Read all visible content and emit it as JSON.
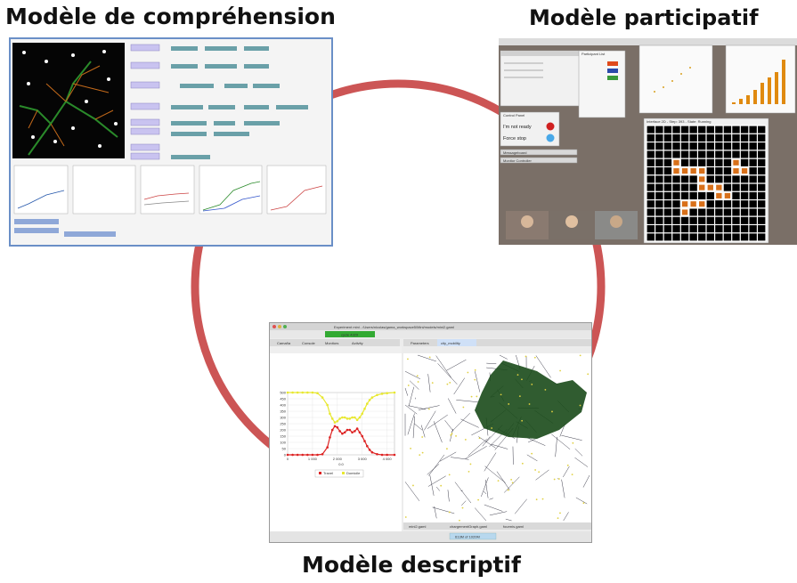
{
  "titles": {
    "comprehension": "Modèle de compréhension",
    "participatif": "Modèle participatif",
    "descriptif": "Modèle descriptif"
  },
  "colors": {
    "ring": "#cc5555",
    "comprehension_border": "#6a8fc7",
    "participatif_bg": "#7a6f67",
    "descriptif_bg": "#ececec",
    "chart_travel": "#dd2222",
    "chart_domicile": "#e8e830"
  },
  "participatif": {
    "control_panel_title": "Control Panel",
    "im_not_ready": "I'm not ready",
    "force_stop": "Force stop",
    "participant_list": "Participant List",
    "messageboard": "Messageboard",
    "monitor_controller": "Monitor Controller",
    "grid_title": "Interface 2D - Step: 393 - State: Running"
  },
  "descriptif": {
    "window_title": "Experiment mini - /Users/nicolas/gama_workspace5/Mini/models/mini2.gaml",
    "cycle": "cycle 4329",
    "tabs_left": [
      "Camaña",
      "Console",
      "Monitors",
      "Activity"
    ],
    "tabs_right": [
      "Parameters",
      "city_mobility"
    ],
    "bottom_tabs": [
      "mini2.gaml",
      "chargementGraph.gaml",
      "fourmis.gaml"
    ],
    "memory": "613M of 1020M",
    "legend": [
      "Travel",
      "Domicile"
    ]
  },
  "chart_data": {
    "type": "line",
    "title": "",
    "xlabel": "0.0",
    "ylabel": "",
    "x_ticks": [
      "0",
      "1 000",
      "2 000",
      "3 000",
      "4 000"
    ],
    "y_ticks": [
      "0",
      "50",
      "100",
      "150",
      "200",
      "250",
      "300",
      "350",
      "400",
      "450",
      "500"
    ],
    "xlim": [
      0,
      4300
    ],
    "ylim": [
      0,
      500
    ],
    "series": [
      {
        "name": "Travel",
        "color": "#dd2222",
        "x": [
          0,
          200,
          400,
          600,
          800,
          1000,
          1200,
          1400,
          1600,
          1700,
          1800,
          1900,
          2000,
          2100,
          2200,
          2300,
          2400,
          2500,
          2600,
          2700,
          2800,
          2900,
          3000,
          3100,
          3200,
          3300,
          3400,
          3600,
          3800,
          4000,
          4300
        ],
        "y": [
          0,
          0,
          0,
          0,
          0,
          0,
          0,
          5,
          60,
          140,
          200,
          230,
          220,
          190,
          170,
          180,
          200,
          200,
          180,
          190,
          210,
          180,
          150,
          110,
          70,
          40,
          20,
          5,
          0,
          0,
          0
        ]
      },
      {
        "name": "Domicile",
        "color": "#e8e830",
        "x": [
          0,
          200,
          400,
          600,
          800,
          1000,
          1200,
          1400,
          1600,
          1700,
          1800,
          1900,
          2000,
          2100,
          2200,
          2300,
          2400,
          2500,
          2600,
          2700,
          2800,
          2900,
          3000,
          3100,
          3200,
          3300,
          3400,
          3600,
          3800,
          4000,
          4300
        ],
        "y": [
          500,
          500,
          500,
          500,
          500,
          500,
          495,
          460,
          400,
          330,
          290,
          260,
          270,
          290,
          300,
          300,
          290,
          290,
          300,
          300,
          280,
          300,
          330,
          370,
          410,
          440,
          460,
          480,
          490,
          495,
          500
        ]
      }
    ]
  }
}
